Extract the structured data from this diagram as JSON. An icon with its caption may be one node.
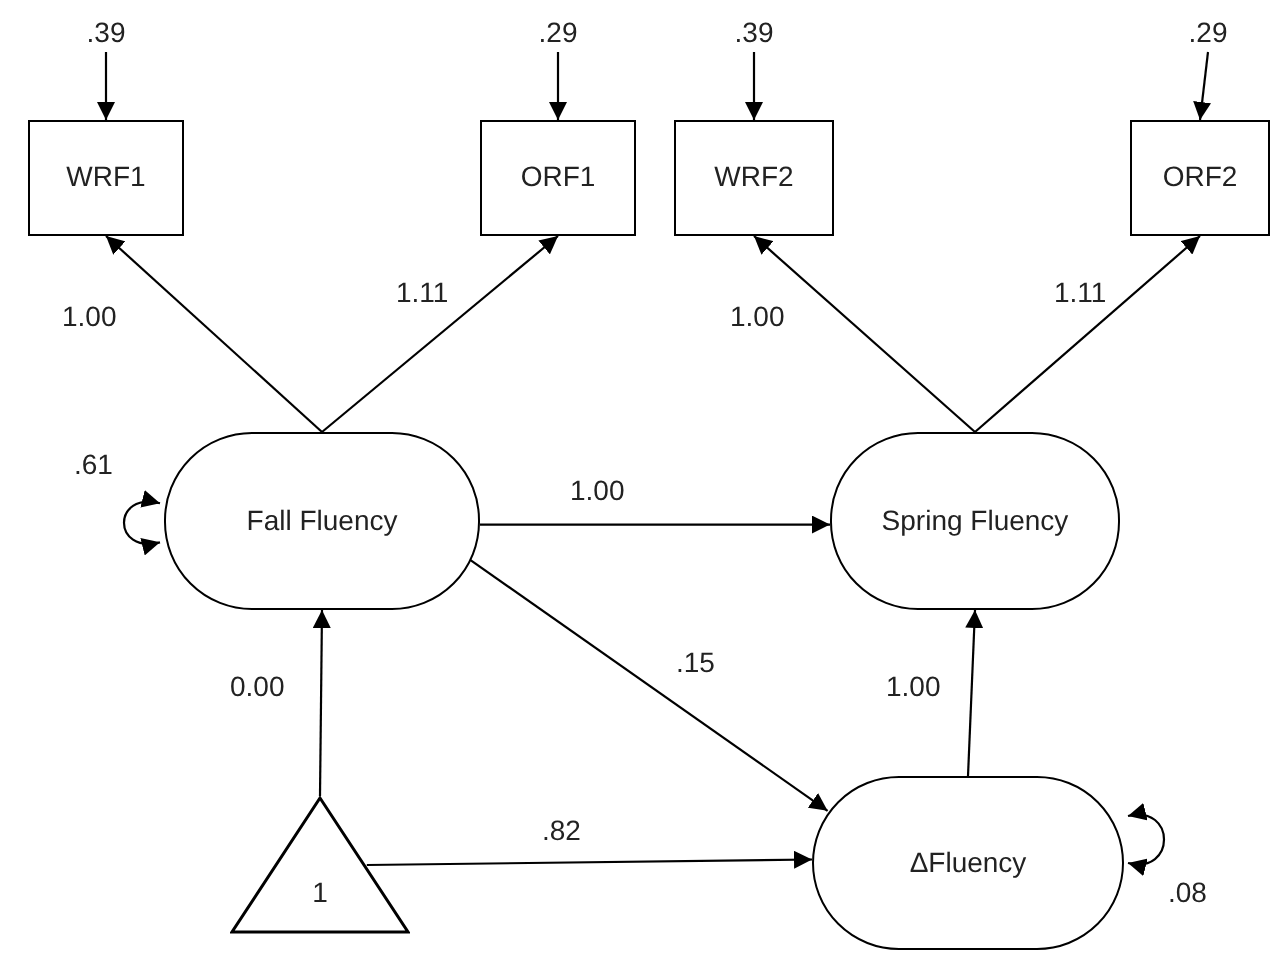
{
  "diagram": {
    "nodes": [
      {
        "text": [
          "WRF1"
        ]
      },
      {
        "text": [
          "ORF1"
        ]
      },
      {
        "text": [
          "WRF2"
        ]
      },
      {
        "text": [
          "ORF2"
        ]
      },
      {
        "text": [
          "Fall Fluency"
        ]
      },
      {
        "text": [
          "Spring Fluency"
        ]
      },
      {
        "text": [
          "ΔFluency"
        ]
      },
      {
        "text": [
          "1"
        ]
      },
      {
        "text": [
          ".39"
        ]
      },
      {
        "text": [
          ".29"
        ]
      },
      {
        "text": [
          ".39"
        ]
      },
      {
        "text": [
          ".29"
        ]
      }
    ],
    "edges": [
      {
        "from": 4,
        "to": 0,
        "arrow": "to",
        "label": "1.00"
      },
      {
        "from": 4,
        "to": 1,
        "arrow": "to",
        "label": "1.11"
      },
      {
        "from": 5,
        "to": 2,
        "arrow": "to",
        "label": "1.00"
      },
      {
        "from": 5,
        "to": 3,
        "arrow": "to",
        "label": "1.11"
      },
      {
        "from": 4,
        "to": 5,
        "arrow": "to",
        "label": "1.00"
      },
      {
        "from": 4,
        "to": 6,
        "arrow": "to",
        "label": ".15"
      },
      {
        "from": 7,
        "to": 4,
        "arrow": "to",
        "label": "0.00"
      },
      {
        "from": 7,
        "to": 6,
        "arrow": "to",
        "label": ".82"
      },
      {
        "from": 6,
        "to": 5,
        "arrow": "to",
        "label": "1.00"
      },
      {
        "from": 8,
        "to": 0,
        "arrow": "to"
      },
      {
        "from": 9,
        "to": 1,
        "arrow": "to"
      },
      {
        "from": 10,
        "to": 2,
        "arrow": "to"
      },
      {
        "from": 11,
        "to": 3,
        "arrow": "to"
      },
      {
        "from": 4,
        "to": 4,
        "arrow": "both",
        "label": ".61"
      },
      {
        "from": 6,
        "to": 6,
        "arrow": "both",
        "label": ".08"
      }
    ]
  }
}
